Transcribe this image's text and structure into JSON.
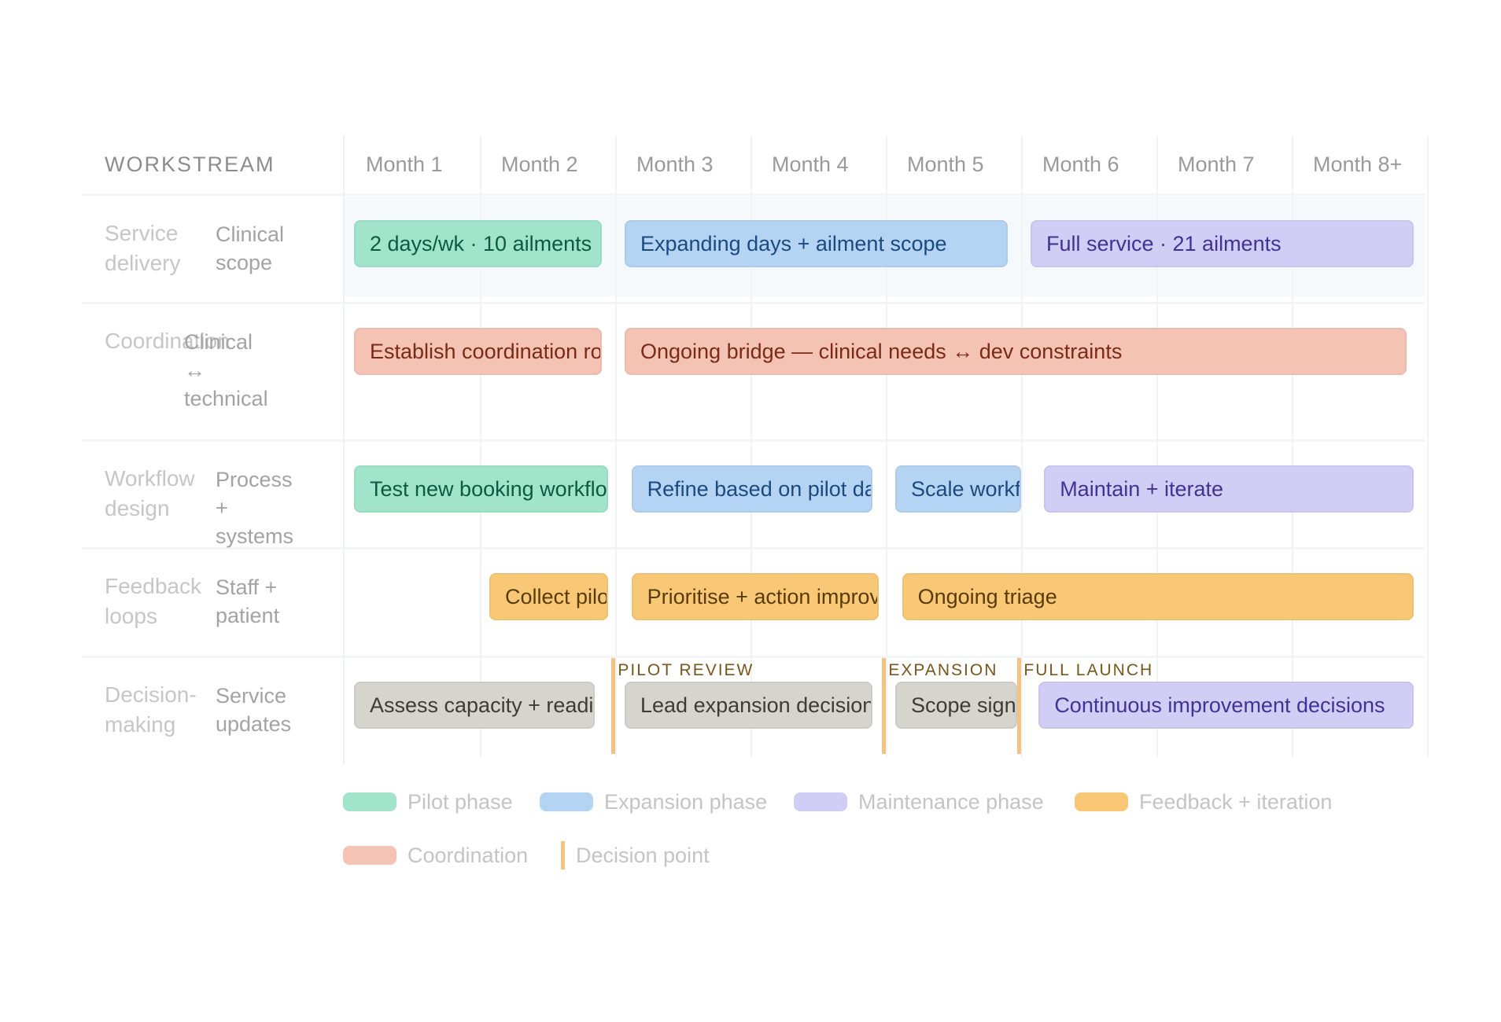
{
  "header": {
    "workstream_label": "WORKSTREAM",
    "months": [
      "Month 1",
      "Month 2",
      "Month 3",
      "Month 4",
      "Month 5",
      "Month 6",
      "Month 7",
      "Month 8+"
    ]
  },
  "colors": {
    "pilot": {
      "fill": "#a2e3cb",
      "text": "#0d5a43"
    },
    "expansion": {
      "fill": "#b5d4f3",
      "text": "#1a4a80"
    },
    "maintenance": {
      "fill": "#d1cef6",
      "text": "#3e3496"
    },
    "feedback": {
      "fill": "#f8c877",
      "text": "#5a3b08"
    },
    "coordination": {
      "fill": "#f5c3b3",
      "text": "#7a2a17"
    },
    "decision": {
      "fill": "#d6d4cf",
      "text": "#3d3b37"
    },
    "decision_point": "#f5c281"
  },
  "rows": [
    {
      "label": "Service delivery",
      "sublabel": "Clinical scope"
    },
    {
      "label": "Coordination",
      "sublabel": "Clinical ↔ technical"
    },
    {
      "label": "Workflow design",
      "sublabel": "Process + systems"
    },
    {
      "label": "Feedback loops",
      "sublabel": "Staff + patient"
    },
    {
      "label": "Decision-making",
      "sublabel": "Service updates"
    }
  ],
  "chart_data": {
    "type": "gantt",
    "x_unit": "month",
    "x_categories": [
      "Month 1",
      "Month 2",
      "Month 3",
      "Month 4",
      "Month 5",
      "Month 6",
      "Month 7",
      "Month 8+"
    ],
    "tasks": [
      {
        "row": 0,
        "start": 1.0,
        "end": 2.9,
        "label": "2 days/wk · 10 ailments",
        "phase": "pilot"
      },
      {
        "row": 0,
        "start": 3.0,
        "end": 5.9,
        "label": "Expanding days + ailment scope",
        "phase": "expansion"
      },
      {
        "row": 0,
        "start": 6.0,
        "end": 8.9,
        "label": "Full service · 21 ailments",
        "phase": "maintenance"
      },
      {
        "row": 1,
        "start": 1.0,
        "end": 2.9,
        "label": "Establish coordination role",
        "phase": "coordination"
      },
      {
        "row": 1,
        "start": 3.0,
        "end": 8.85,
        "label": "Ongoing bridge — clinical needs ↔ dev constraints",
        "phase": "coordination"
      },
      {
        "row": 2,
        "start": 1.0,
        "end": 2.95,
        "label": "Test new booking workflow",
        "phase": "pilot"
      },
      {
        "row": 2,
        "start": 3.05,
        "end": 4.9,
        "label": "Refine based on pilot data",
        "phase": "expansion"
      },
      {
        "row": 2,
        "start": 5.0,
        "end": 6.0,
        "label": "Scale workflow",
        "phase": "expansion"
      },
      {
        "row": 2,
        "start": 6.1,
        "end": 8.9,
        "label": "Maintain + iterate",
        "phase": "maintenance"
      },
      {
        "row": 3,
        "start": 2.0,
        "end": 2.95,
        "label": "Collect pilot feedback",
        "phase": "feedback"
      },
      {
        "row": 3,
        "start": 3.05,
        "end": 4.95,
        "label": "Prioritise + action improvements",
        "phase": "feedback"
      },
      {
        "row": 3,
        "start": 5.05,
        "end": 8.9,
        "label": "Ongoing triage",
        "phase": "feedback"
      },
      {
        "row": 4,
        "start": 1.0,
        "end": 2.85,
        "label": "Assess capacity + readiness",
        "phase": "decision"
      },
      {
        "row": 4,
        "start": 3.0,
        "end": 4.9,
        "label": "Lead expansion decision",
        "phase": "decision"
      },
      {
        "row": 4,
        "start": 5.0,
        "end": 5.97,
        "label": "Scope sign-off",
        "phase": "decision"
      },
      {
        "row": 4,
        "start": 6.06,
        "end": 8.9,
        "label": "Continuous improvement decisions",
        "phase": "maintenance"
      }
    ],
    "decision_points": [
      {
        "at": 2.95,
        "label": "PILOT REVIEW"
      },
      {
        "at": 4.95,
        "label": "EXPANSION"
      },
      {
        "at": 5.95,
        "label": "FULL LAUNCH"
      }
    ]
  },
  "legend": [
    {
      "label": "Pilot phase",
      "key": "pilot"
    },
    {
      "label": "Expansion phase",
      "key": "expansion"
    },
    {
      "label": "Maintenance phase",
      "key": "maintenance"
    },
    {
      "label": "Feedback + iteration",
      "key": "feedback"
    },
    {
      "label": "Coordination",
      "key": "coordination"
    },
    {
      "label": "Decision point",
      "key": "decision_point"
    }
  ]
}
